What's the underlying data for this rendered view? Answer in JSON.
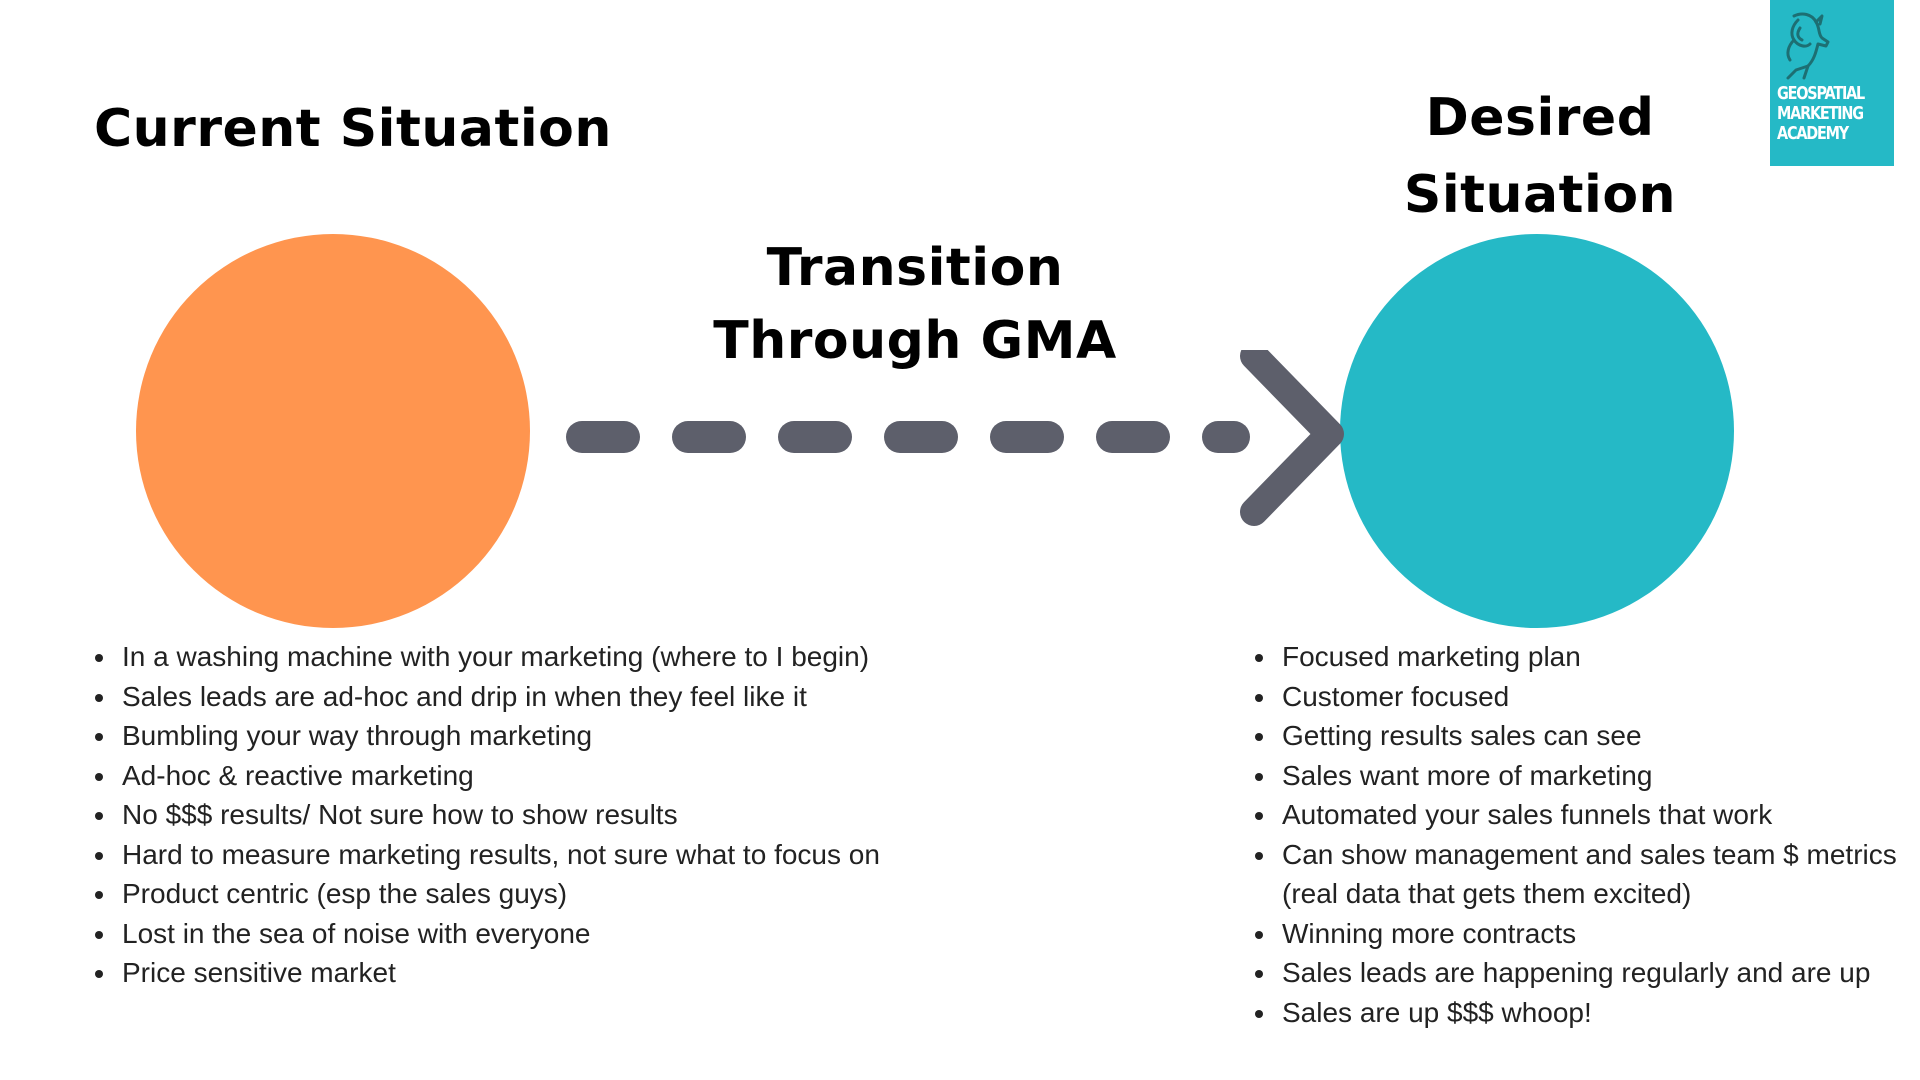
{
  "colors": {
    "current_circle": "#ff954f",
    "desired_circle": "#25b9c6",
    "arrow": "#5d5f6b",
    "logo_background": "#25b9c6"
  },
  "headings": {
    "current": "Current Situation",
    "desired_line1": "Desired",
    "desired_line2": "Situation",
    "transition_line1": "Transition",
    "transition_line2": "Through GMA"
  },
  "logo": {
    "icon": "horse-icon",
    "line1": "GEOSPATIAL",
    "line2": "MARKETING",
    "line3": "ACADEMY"
  },
  "current_items": [
    "In a washing machine with your marketing (where to I begin)",
    "Sales leads are ad-hoc and drip in when they feel like it",
    "Bumbling your way through marketing",
    "Ad-hoc & reactive marketing",
    "No $$$ results/ Not sure how to show results",
    "Hard to measure marketing results, not sure what to focus on",
    "Product centric (esp the sales guys)",
    "Lost in the sea of noise with everyone",
    "Price sensitive market"
  ],
  "desired_items": [
    "Focused marketing plan",
    "Customer focused",
    "Getting results sales can see",
    "Sales want more of marketing",
    "Automated your sales funnels that work",
    "Can show management and sales team $ metrics (real data that gets them excited)",
    "Winning more contracts",
    "Sales leads are happening regularly and are up",
    "Sales are up $$$ whoop!"
  ]
}
